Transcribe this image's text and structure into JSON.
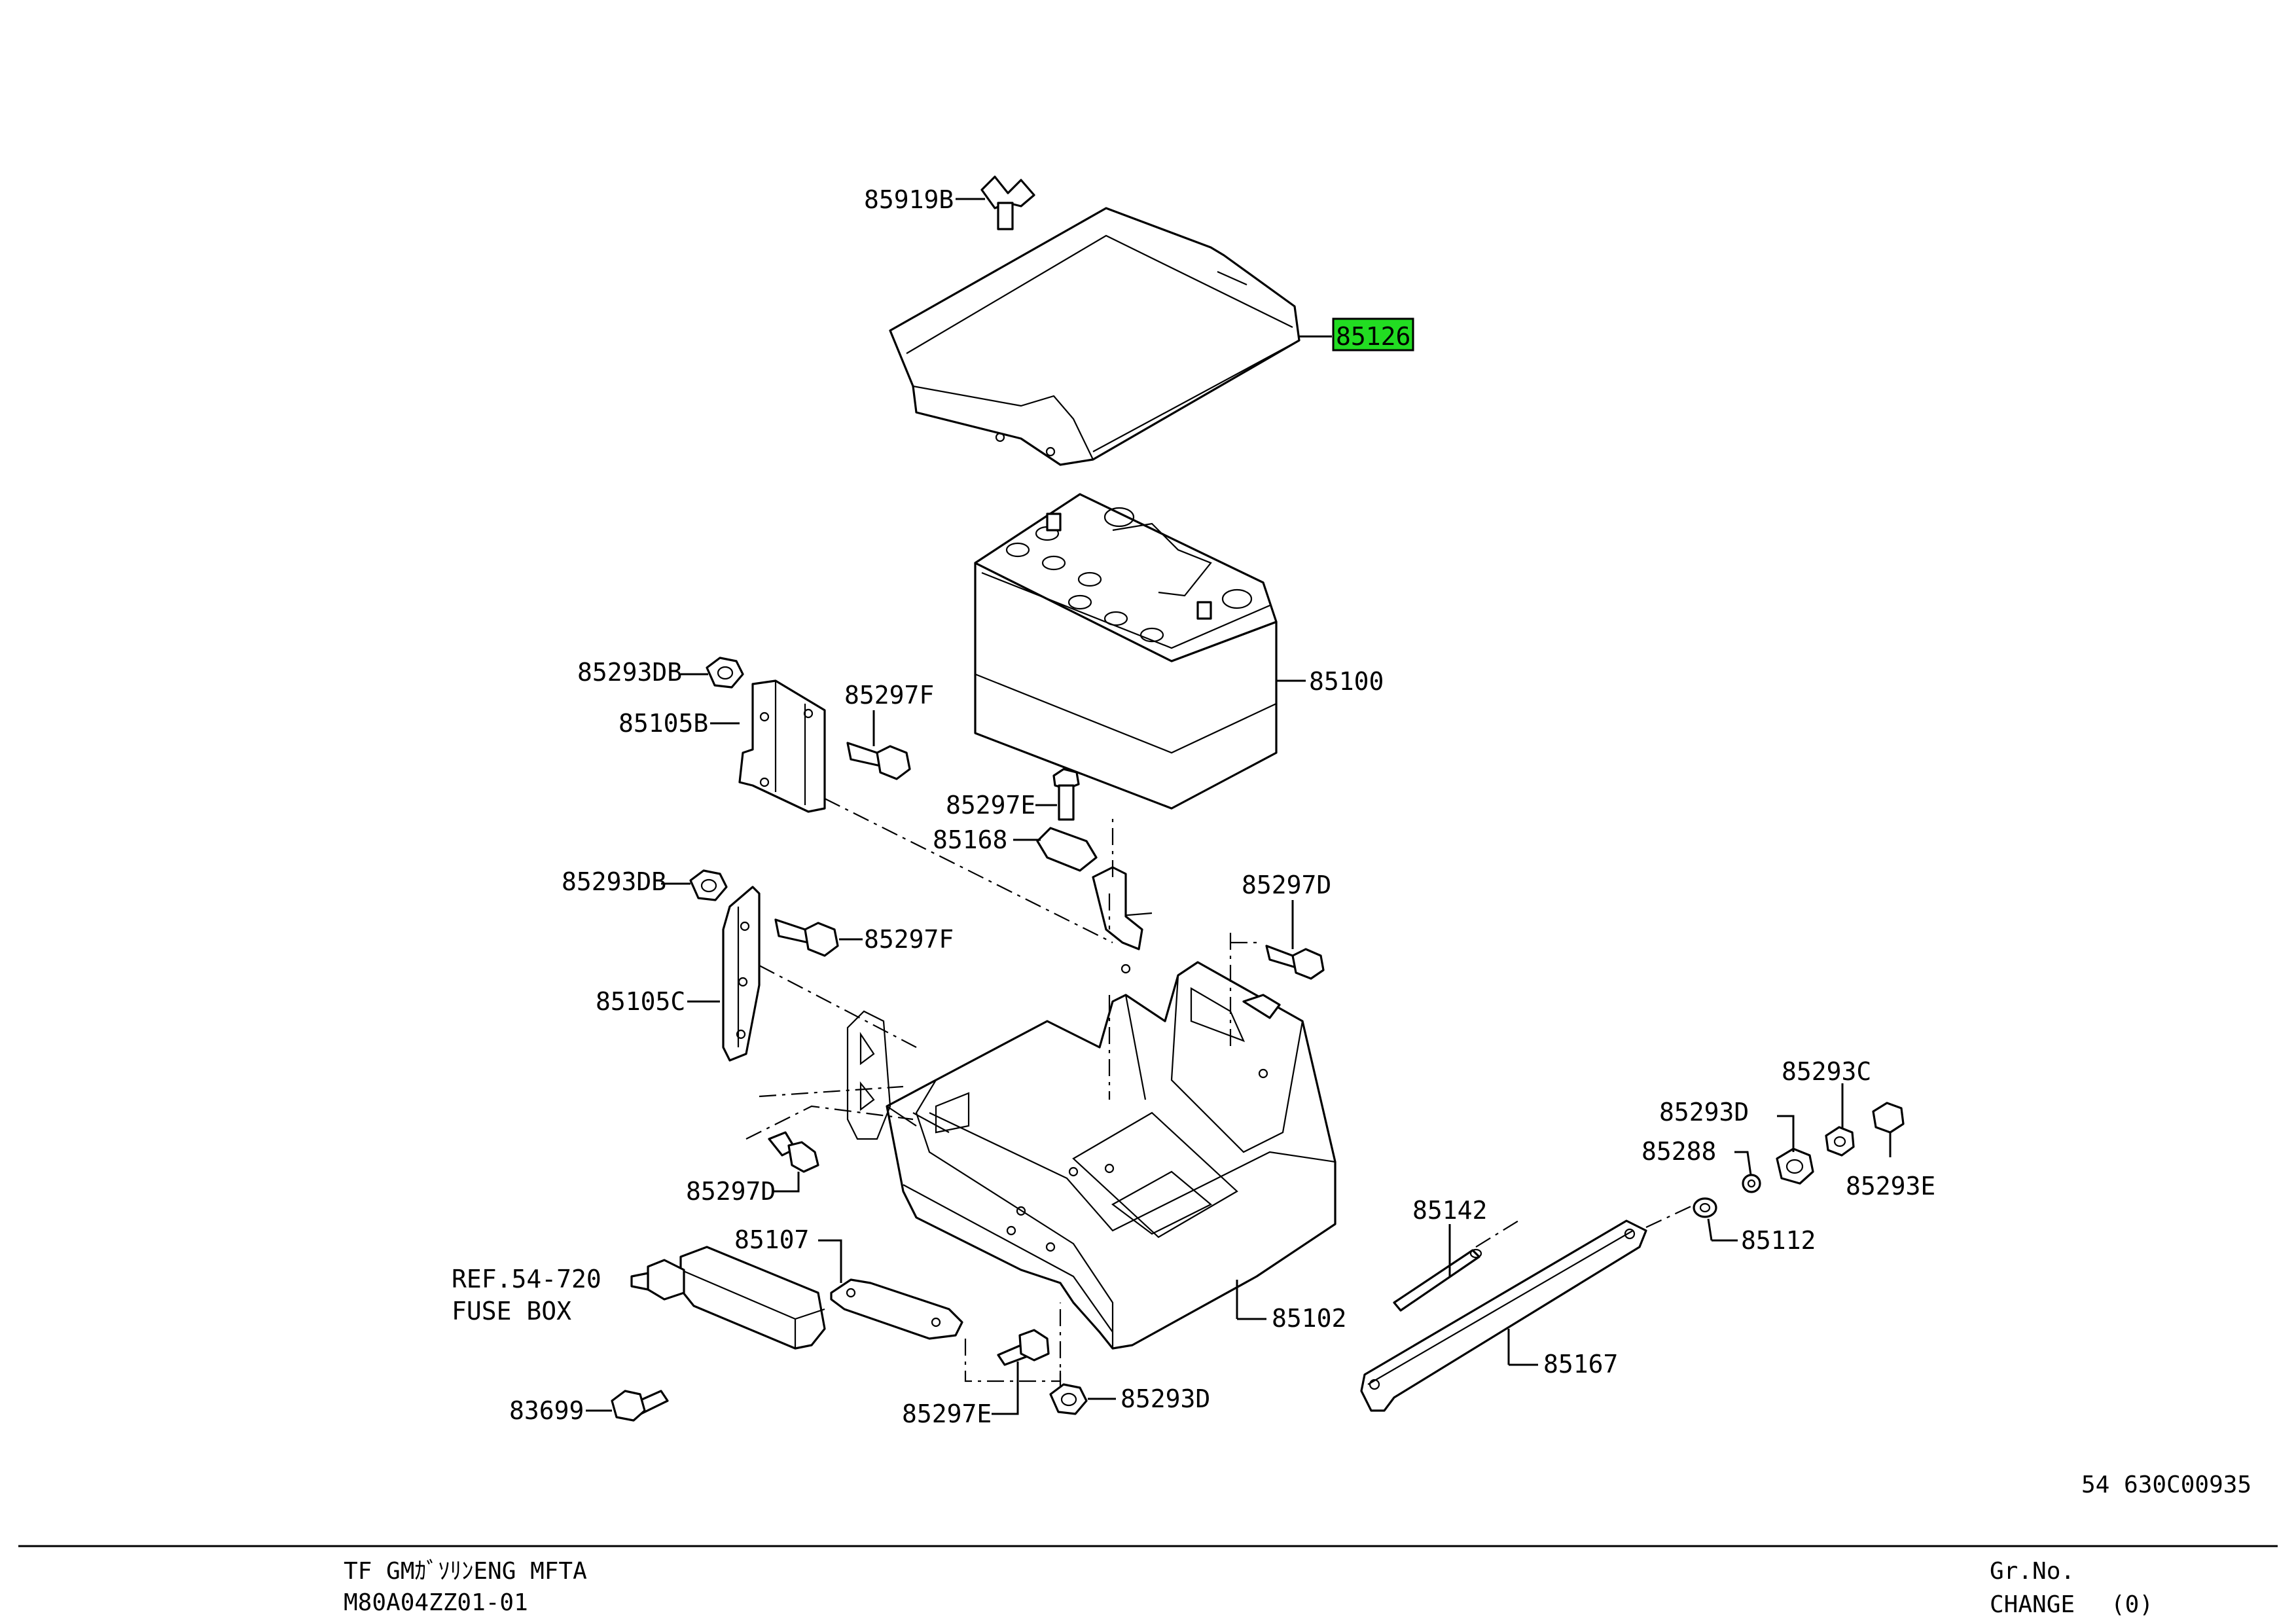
{
  "callouts": {
    "c85919B": "85919B",
    "c85126": "85126",
    "c85100": "85100",
    "c85293DB_1": "85293DB",
    "c85105B": "85105B",
    "c85297F_1": "85297F",
    "c85297E_1": "85297E",
    "c85168": "85168",
    "c85293DB_2": "85293DB",
    "c85297F_2": "85297F",
    "c85297D_1": "85297D",
    "c85105C": "85105C",
    "c85297D_2": "85297D",
    "c85107": "85107",
    "ref_line1": "REF.54-720",
    "ref_line2": "FUSE BOX",
    "c83699": "83699",
    "c85297E_2": "85297E",
    "c85293D_1": "85293D",
    "c85102": "85102",
    "c85142": "85142",
    "c85167": "85167",
    "c85112": "85112",
    "c85288": "85288",
    "c85293D_2": "85293D",
    "c85293C": "85293C",
    "c85293E": "85293E"
  },
  "highlighted_part": "85126",
  "highlight_color": "#22dd22",
  "drawing_code": "54 630C00935",
  "footer": {
    "model_line1": "TF GMｶﾞｿﾘﾝENG MFTA",
    "model_line2": "M80A04ZZ01-01",
    "gr_no_label": "Gr.No.",
    "change_label": "CHANGE",
    "change_value": "(0)"
  }
}
